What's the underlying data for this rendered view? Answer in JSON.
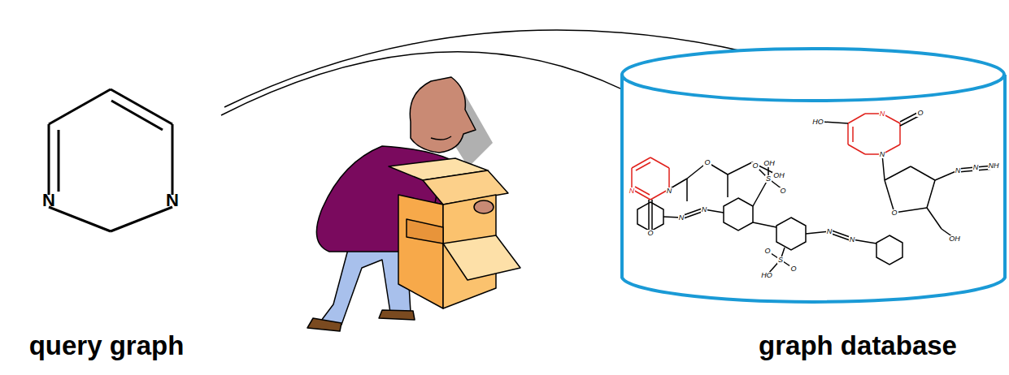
{
  "diagram": {
    "labels": [
      "query graph",
      "graph database",
      "N",
      "N",
      "N",
      "N",
      "O",
      "O",
      "OH",
      "HO",
      "N",
      "O",
      "N",
      "O",
      "N",
      "N",
      "NH",
      "OH",
      "N",
      "N",
      "S",
      "O",
      "OH",
      "O",
      "S",
      "O",
      "O",
      "HO",
      "N",
      "N"
    ]
  }
}
